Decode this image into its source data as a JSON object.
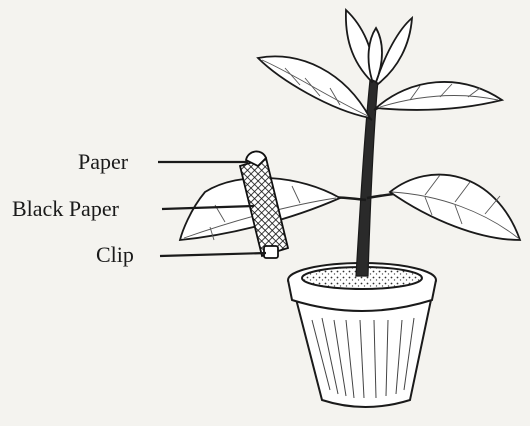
{
  "labels": {
    "paper": "Paper",
    "black_paper": "Black Paper",
    "clip": "Clip"
  },
  "colors": {
    "ink": "#1a1a1a",
    "background": "#f4f3ef"
  }
}
